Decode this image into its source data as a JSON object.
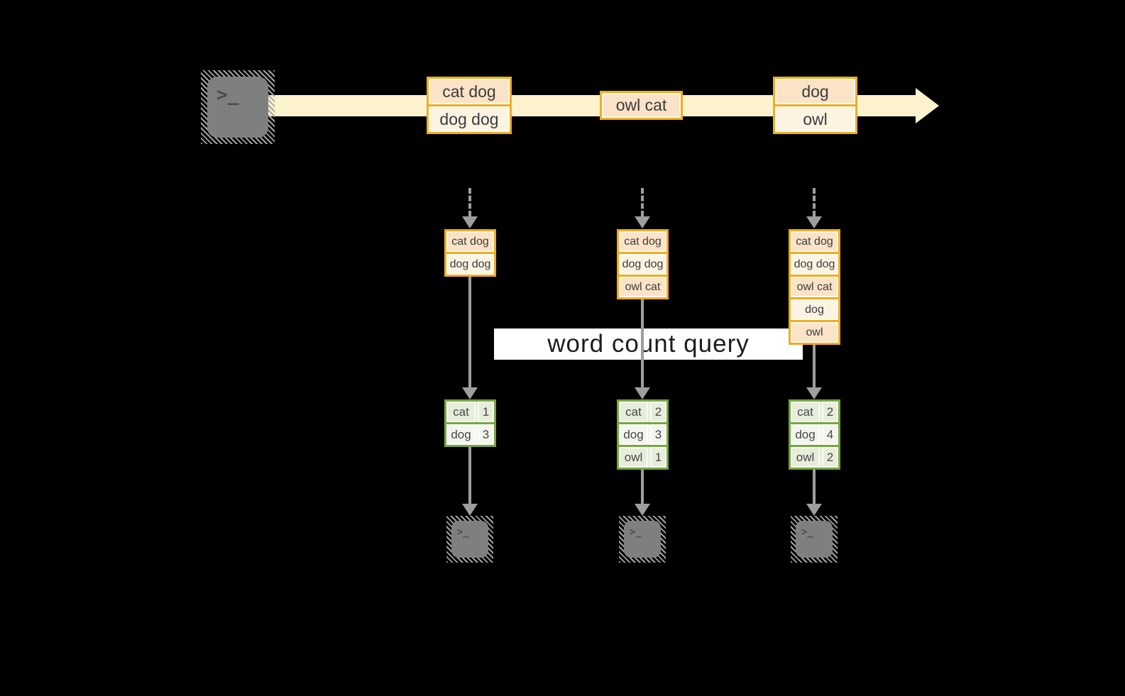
{
  "diagram": {
    "kind": "streaming word count pipeline",
    "query": {
      "label": "word count query"
    },
    "source_terminal": {
      "icon": "terminal-icon",
      "glyph": ">_"
    },
    "stream": {
      "batches": [
        {
          "items": [
            "cat dog",
            "dog dog"
          ]
        },
        {
          "items": [
            "owl cat"
          ]
        },
        {
          "items": [
            "dog",
            "owl"
          ]
        }
      ]
    },
    "columns": [
      {
        "buffer": [
          "cat dog",
          "dog dog"
        ],
        "counts": [
          {
            "word": "cat",
            "count": "1"
          },
          {
            "word": "dog",
            "count": "3"
          }
        ]
      },
      {
        "buffer": [
          "cat dog",
          "dog dog",
          "owl cat"
        ],
        "counts": [
          {
            "word": "cat",
            "count": "2"
          },
          {
            "word": "dog",
            "count": "3"
          },
          {
            "word": "owl",
            "count": "1"
          }
        ]
      },
      {
        "buffer": [
          "cat dog",
          "dog dog",
          "owl cat",
          "dog",
          "owl"
        ],
        "counts": [
          {
            "word": "cat",
            "count": "2"
          },
          {
            "word": "dog",
            "count": "4"
          },
          {
            "word": "owl",
            "count": "2"
          }
        ]
      }
    ],
    "sink_terminals": [
      {
        "glyph": ">_"
      },
      {
        "glyph": ">_"
      },
      {
        "glyph": ">_"
      }
    ],
    "colors": {
      "background": "#000000",
      "amber_border": "#F0AD1E",
      "peach_fill": "#FBE3C7",
      "cream_fill": "#FDF3E3",
      "stream_band": "#FCF2CE",
      "green_border": "#76A83F",
      "green_fill_dark": "#E6EEDB",
      "green_fill_light": "#F3F6EE",
      "arrow_gray": "#9E9E9E",
      "terminal_gray": "#7F7F7F",
      "query_band_bg": "#FFFFFF"
    }
  }
}
